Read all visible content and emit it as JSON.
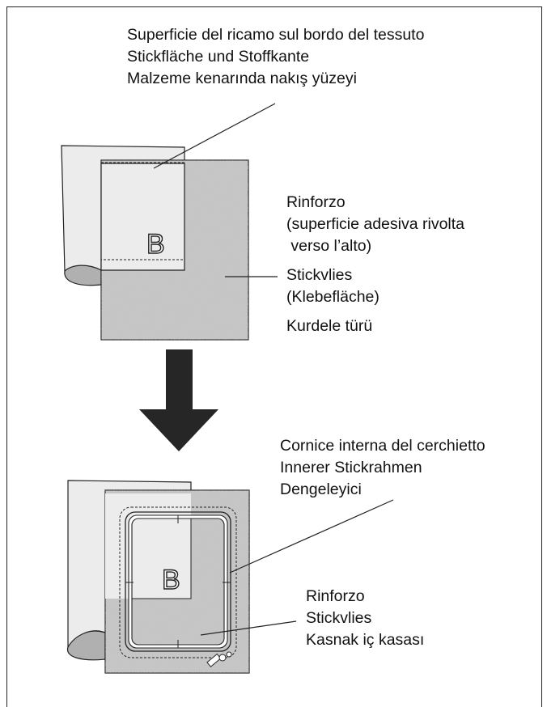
{
  "top_label": [
    "Superficie del ricamo sul bordo del tessuto",
    "Stickfläche und Stoffkante",
    "Malzeme kenarında nakış yüzeyi"
  ],
  "stabilizer_label": [
    "Rinforzo",
    "(superficie adesiva rivolta",
    " verso l’alto)",
    "Stickvlies",
    "(Klebefläche)",
    "Kurdele türü"
  ],
  "inner_frame_label": [
    "Cornice interna del cerchietto",
    "Innerer Stickrahmen",
    "Dengeleyici"
  ],
  "bottom_stabilizer_label": [
    "Rinforzo",
    "Stickvlies",
    "Kasnak iç kasası"
  ],
  "letter": "B",
  "colors": {
    "fabric": "#e8e8e8",
    "stabilizer": "#c4c4c4",
    "arrow": "#262626",
    "line": "#222222"
  }
}
